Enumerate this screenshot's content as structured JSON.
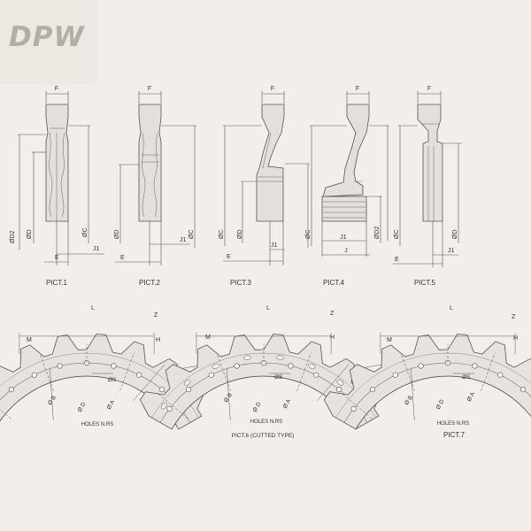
{
  "brand": {
    "logo_text": "DPW"
  },
  "profiles": [
    {
      "caption": "PICT.1",
      "labels": {
        "f": "F",
        "d2": "ØD2",
        "d": "ØD",
        "c": "ØC",
        "j1": "J1",
        "e": "E"
      }
    },
    {
      "caption": "PICT.2",
      "labels": {
        "f": "F",
        "d": "ØD",
        "c": "ØC",
        "j1": "J1",
        "e": "E"
      }
    },
    {
      "caption": "PICT.3",
      "labels": {
        "f": "F",
        "c": "ØC",
        "d": "ØD",
        "j1": "J1",
        "e": "E"
      }
    },
    {
      "caption": "PICT.4",
      "labels": {
        "f": "F",
        "c": "ØC",
        "d2": "ØD2",
        "j1": "J1",
        "j": "J"
      }
    },
    {
      "caption": "PICT.5",
      "labels": {
        "f": "F",
        "c": "ØC",
        "d": "ØD",
        "j1": "J1",
        "e": "E"
      }
    }
  ],
  "segments": [
    {
      "caption": "",
      "labels": {
        "l": "L",
        "z": "Z",
        "m": "M",
        "h": "H",
        "s": "ØS",
        "b": "Ø B",
        "d": "Ø D",
        "a": "Ø A",
        "holes": "HOLES N.RS"
      }
    },
    {
      "caption": "PICT.6 (CUTTED TYPE)",
      "labels": {
        "l": "L",
        "z": "Z",
        "m": "M",
        "h": "H",
        "s": "ØS",
        "b": "Ø B",
        "d": "Ø D",
        "a": "Ø A",
        "holes": "HOLES N.RS"
      }
    },
    {
      "caption": "PICT.7",
      "labels": {
        "l": "L",
        "z": "Z",
        "m": "M",
        "h": "H",
        "s": "ØS",
        "b": "Ø B",
        "d": "Ø D",
        "a": "Ø A",
        "holes": "HOLES N.RS"
      }
    }
  ]
}
